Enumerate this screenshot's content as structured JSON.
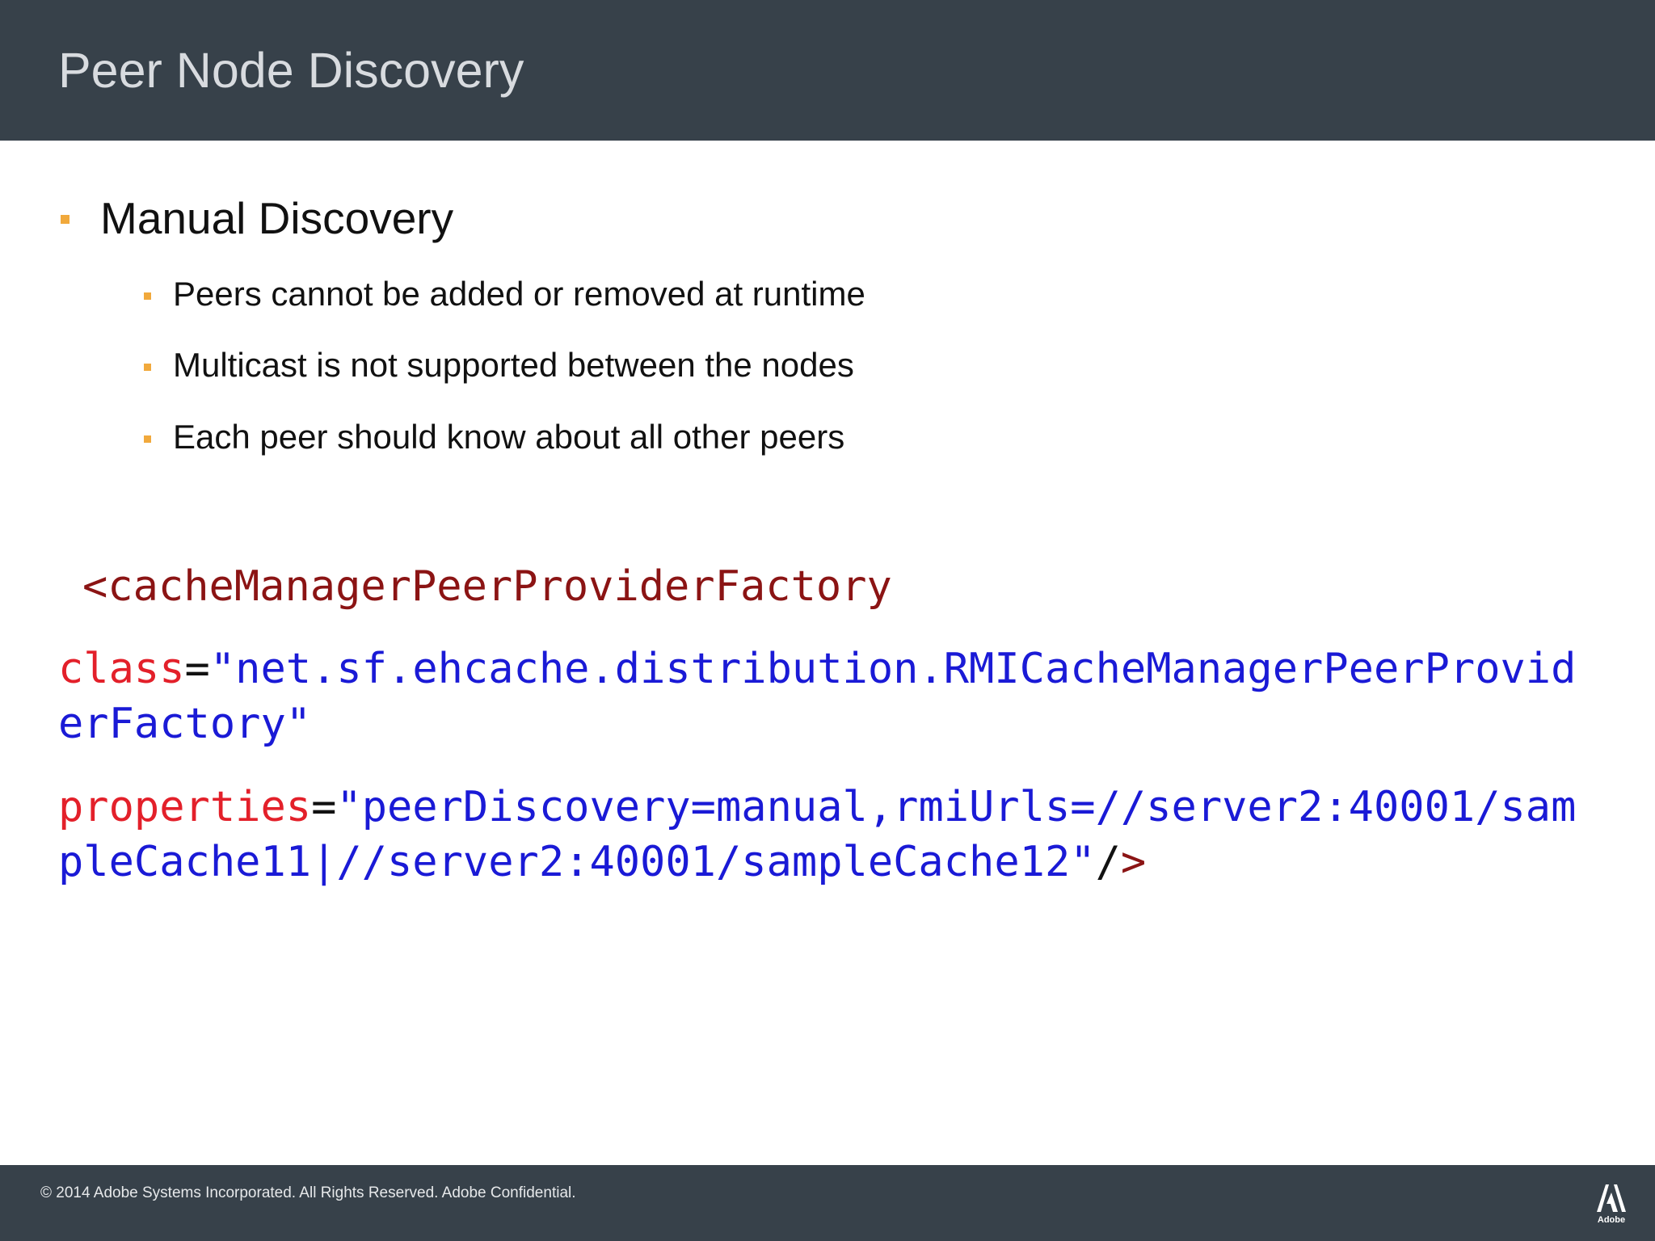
{
  "slide": {
    "title": "Peer Node Discovery",
    "bullets": [
      {
        "text": "Manual Discovery",
        "sub": [
          "Peers cannot be added or removed at runtime",
          "Multicast is not supported between the nodes",
          "Each peer should know about all other peers"
        ]
      }
    ],
    "code": {
      "line1_tag": "<cacheManagerPeerProviderFactory",
      "line2_attr": "class",
      "line2_eq": "=",
      "line2_val": "\"net.sf.ehcache.distribution.RMICacheManagerPeerProvid",
      "line3_val": "erFactory\"",
      "line4_attr": "properties",
      "line4_eq": "=",
      "line4_val": "\"peerDiscovery=manual,rmiUrls=//server2:40001/sam",
      "line5_val": "pleCache11|//server2:40001/sampleCache12\"",
      "line5_slash": "/",
      "line5_close": ">"
    },
    "footer": {
      "copyright": "© 2014 Adobe Systems Incorporated.  All Rights Reserved.  Adobe Confidential.",
      "logo_icon": "adobe-logo-icon",
      "logo_text": "Adobe"
    },
    "colors": {
      "header_bg": "#37414a",
      "bullet_accent": "#f1a93c",
      "code_tag": "#8b1414",
      "code_attr": "#e3202a",
      "code_value": "#1a1ad6"
    }
  }
}
